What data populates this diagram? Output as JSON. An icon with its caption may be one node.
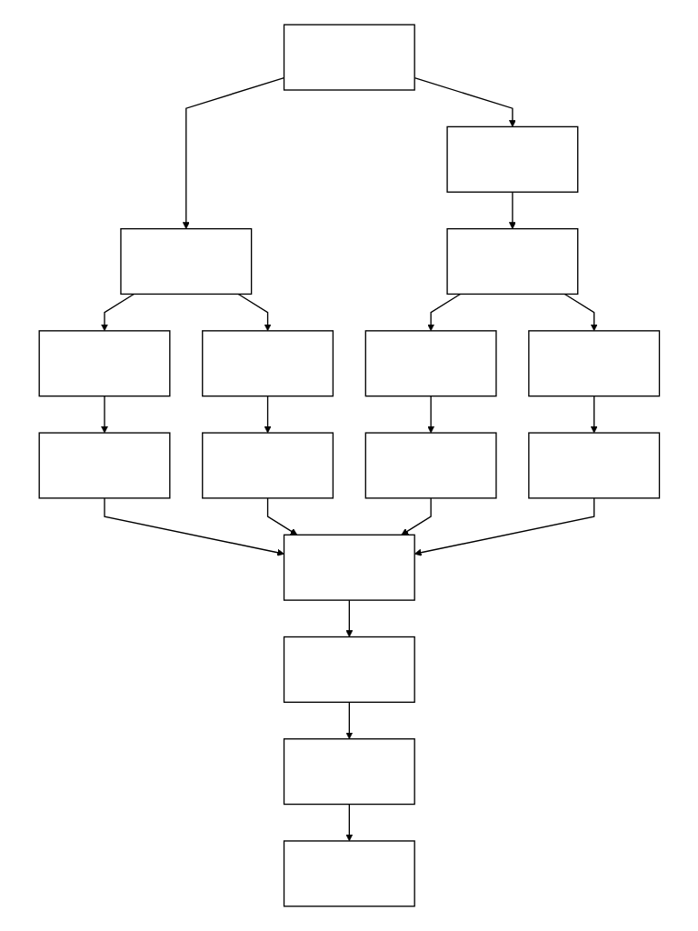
{
  "diagram": {
    "nodes": [
      {
        "text": [],
        "shape": "box"
      },
      {
        "text": [],
        "shape": "box"
      },
      {
        "text": [],
        "shape": "box"
      },
      {
        "text": [],
        "shape": "box"
      },
      {
        "text": [],
        "shape": "box"
      },
      {
        "text": [],
        "shape": "box"
      },
      {
        "text": [],
        "shape": "box"
      },
      {
        "text": [],
        "shape": "box"
      },
      {
        "text": [],
        "shape": "box"
      },
      {
        "text": [],
        "shape": "box"
      },
      {
        "text": [],
        "shape": "box"
      },
      {
        "text": [],
        "shape": "box"
      },
      {
        "text": [],
        "shape": "box"
      },
      {
        "text": [],
        "shape": "box"
      },
      {
        "text": [],
        "shape": "box"
      },
      {
        "text": [],
        "shape": "box"
      }
    ],
    "edges": [
      {
        "from": 0,
        "to": 1,
        "arrow": "to"
      },
      {
        "from": 0,
        "to": 2,
        "arrow": "to"
      },
      {
        "from": 2,
        "to": 3,
        "arrow": "to"
      },
      {
        "from": 1,
        "to": 4,
        "arrow": "to"
      },
      {
        "from": 1,
        "to": 5,
        "arrow": "to"
      },
      {
        "from": 3,
        "to": 6,
        "arrow": "to"
      },
      {
        "from": 3,
        "to": 7,
        "arrow": "to"
      },
      {
        "from": 4,
        "to": 8,
        "arrow": "to"
      },
      {
        "from": 5,
        "to": 9,
        "arrow": "to"
      },
      {
        "from": 6,
        "to": 10,
        "arrow": "to"
      },
      {
        "from": 7,
        "to": 11,
        "arrow": "to"
      },
      {
        "from": 8,
        "to": 12,
        "arrow": "to"
      },
      {
        "from": 9,
        "to": 12,
        "arrow": "to"
      },
      {
        "from": 10,
        "to": 12,
        "arrow": "to"
      },
      {
        "from": 11,
        "to": 12,
        "arrow": "to"
      },
      {
        "from": 12,
        "to": 13,
        "arrow": "to"
      },
      {
        "from": 13,
        "to": 14,
        "arrow": "to"
      },
      {
        "from": 14,
        "to": 15,
        "arrow": "to"
      }
    ]
  }
}
